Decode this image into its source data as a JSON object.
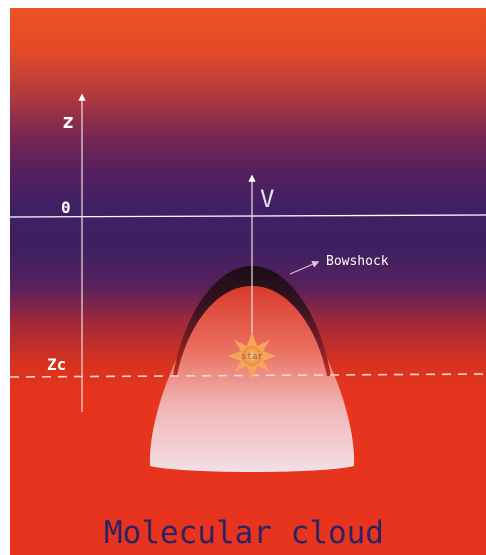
{
  "labels": {
    "z_axis": "z",
    "origin": "0",
    "zc": "Zc",
    "velocity": "V",
    "bowshock": "Bowshock",
    "star": "star",
    "region": "Molecular cloud"
  },
  "colors": {
    "top_orange": "#ea5222",
    "upper_purple": "#6b2257",
    "mid_purple": "#3e1f62",
    "lower_red": "#c02a2e",
    "cloud_red": "#e6341f",
    "axis_white": "#ffffff",
    "region_text": "#2d2363",
    "shell_dark": "#211018",
    "bubble_light": "#f2dbe2",
    "star_orange": "#f39b4c"
  }
}
